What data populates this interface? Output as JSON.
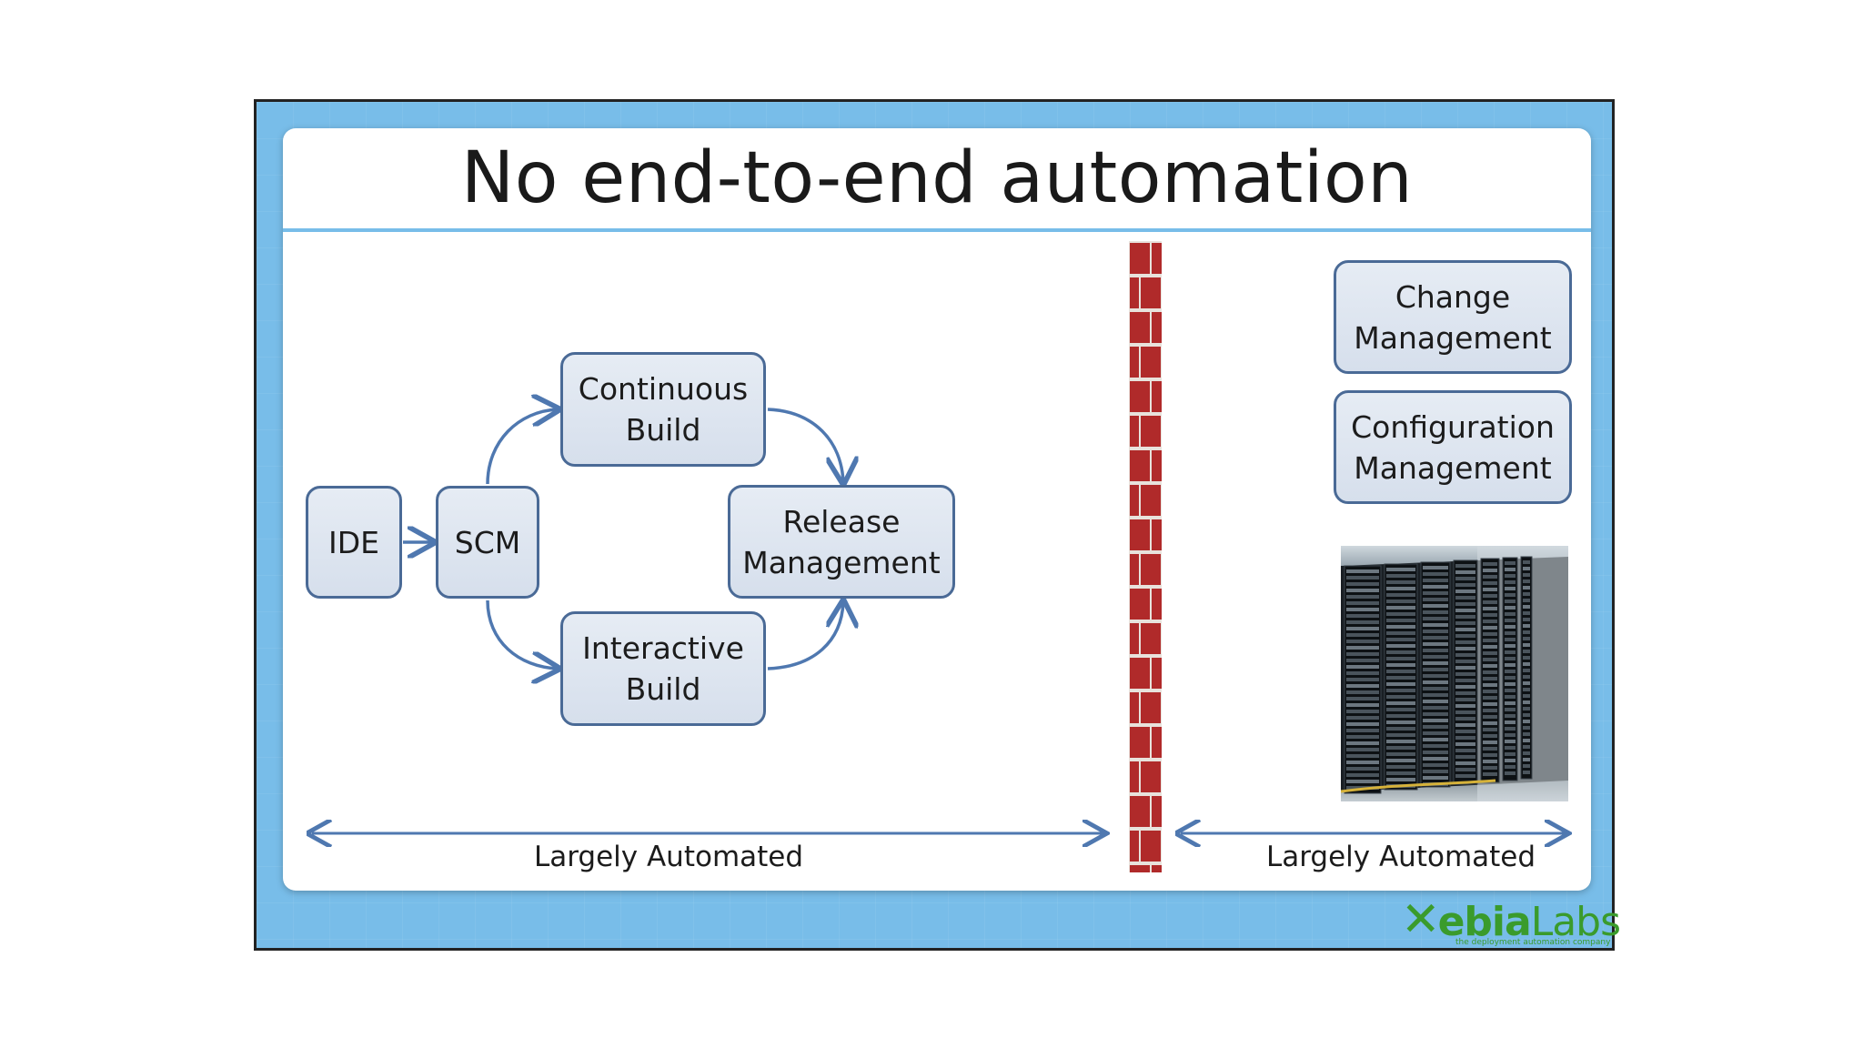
{
  "slide": {
    "title": "No end-to-end automation",
    "boxes": {
      "ide": "IDE",
      "scm": "SCM",
      "continuous_build": "Continuous\nBuild",
      "interactive_build": "Interactive\nBuild",
      "release_management": "Release\nManagement",
      "change_management": "Change\nManagement",
      "configuration_management": "Configuration\nManagement"
    },
    "labels": {
      "left_span": "Largely Automated",
      "right_span": "Largely Automated"
    },
    "logo": {
      "wordmark": "XebiaLabs",
      "tagline": "the deployment automation company"
    },
    "image": "server-racks-photo",
    "colors": {
      "frame_background": "#78bde9",
      "box_border": "#4a6a96",
      "box_fill": "#dde5ef",
      "arrow": "#4f78b0",
      "wall_brick": "#b02a2a",
      "logo": "#3a9b2c"
    }
  }
}
